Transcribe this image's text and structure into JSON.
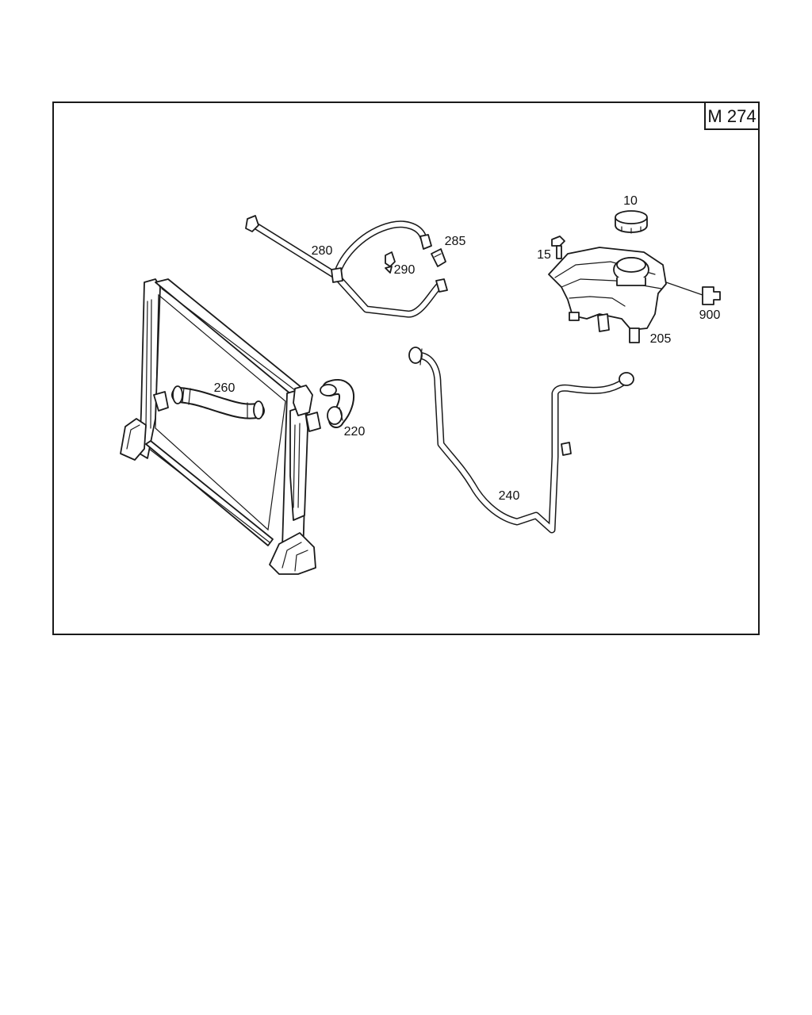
{
  "diagram": {
    "group_code": "M 274",
    "callouts": {
      "c10": "10",
      "c15": "15",
      "c205": "205",
      "c220": "220",
      "c240": "240",
      "c260": "260",
      "c280": "280",
      "c285": "285",
      "c290": "290",
      "c900": "900"
    }
  }
}
